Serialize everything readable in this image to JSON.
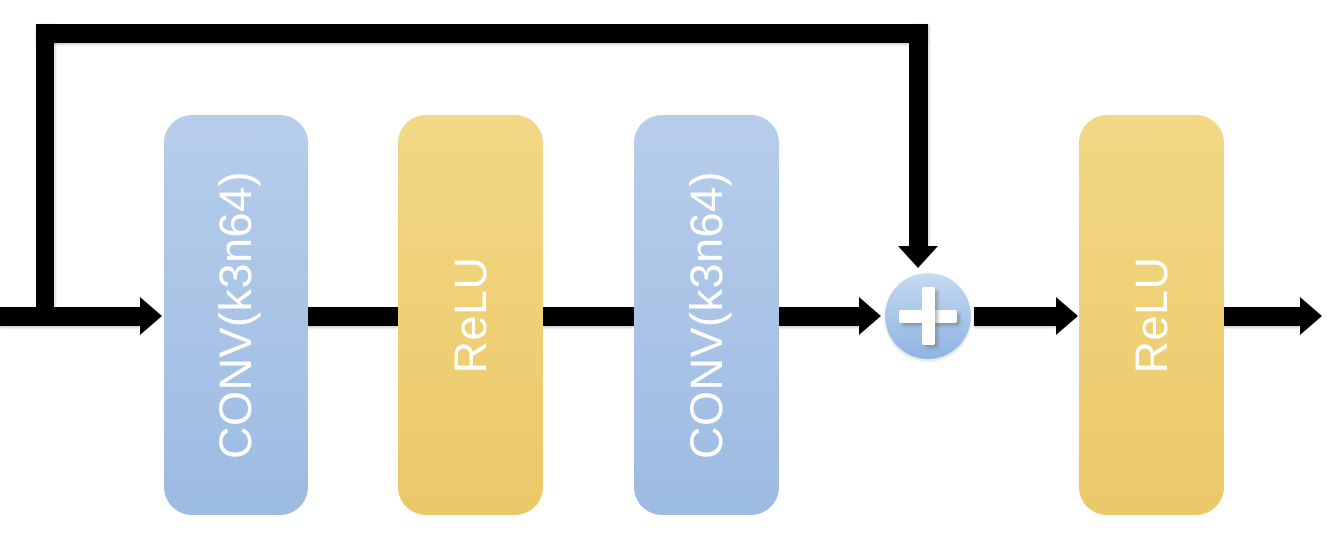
{
  "diagram": {
    "type": "neural-network-residual-block",
    "blocks": [
      {
        "id": "conv1",
        "label": "CONV(k3n64)",
        "kind": "convolution",
        "color": "#a9c4e6"
      },
      {
        "id": "relu1",
        "label": "ReLU",
        "kind": "activation",
        "color": "#efd178"
      },
      {
        "id": "conv2",
        "label": "CONV(k3n64)",
        "kind": "convolution",
        "color": "#a9c4e6"
      },
      {
        "id": "relu2",
        "label": "ReLU",
        "kind": "activation",
        "color": "#efd178"
      }
    ],
    "add_node": {
      "symbol": "+",
      "color": "#a6c6e9",
      "text_color": "#ffffff"
    },
    "edges": [
      {
        "from": "input",
        "to": "conv1",
        "arrowhead": true
      },
      {
        "from": "conv1",
        "to": "relu1",
        "arrowhead": false
      },
      {
        "from": "relu1",
        "to": "conv2",
        "arrowhead": false
      },
      {
        "from": "conv2",
        "to": "add",
        "arrowhead": true
      },
      {
        "from": "input",
        "to": "add",
        "arrowhead": true,
        "route": "skip-connection-over-top"
      },
      {
        "from": "add",
        "to": "relu2",
        "arrowhead": true
      },
      {
        "from": "relu2",
        "to": "output",
        "arrowhead": true
      }
    ],
    "colors": {
      "line": "#000000",
      "background": "#ffffff",
      "block_text": "#ffffff"
    }
  }
}
